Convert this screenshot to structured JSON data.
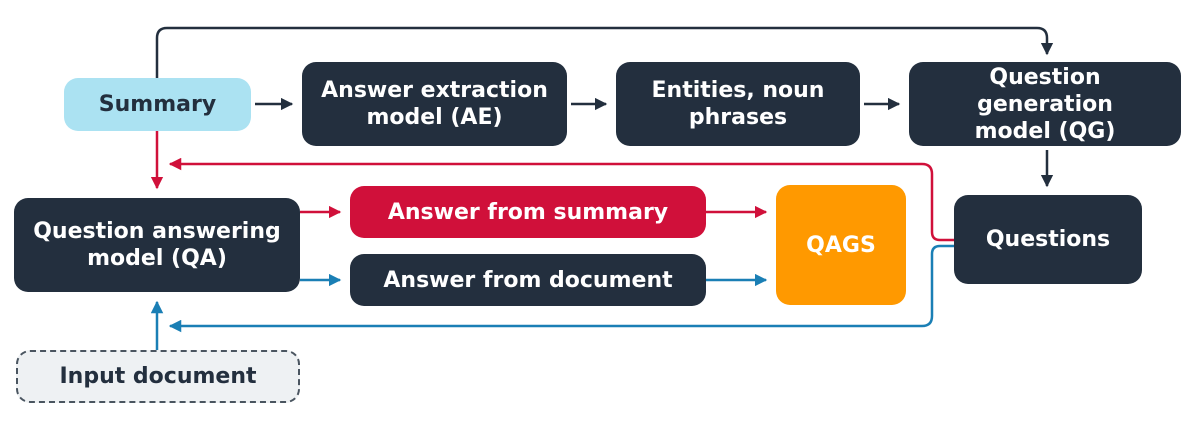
{
  "diagram": {
    "nodes": {
      "summary": {
        "label": "Summary"
      },
      "answer_extraction": {
        "line1": "Answer extraction",
        "line2": "model (AE)"
      },
      "entities": {
        "line1": "Entities, noun",
        "line2": "phrases"
      },
      "question_generation": {
        "line1": "Question generation",
        "line2": "model (QG)"
      },
      "question_answering": {
        "line1": "Question answering",
        "line2": "model (QA)"
      },
      "answer_from_summary": {
        "label": "Answer from summary"
      },
      "answer_from_document": {
        "label": "Answer from document"
      },
      "qags": {
        "label": "QAGS"
      },
      "questions": {
        "label": "Questions"
      },
      "input_document": {
        "label": "Input document"
      }
    },
    "colors": {
      "dark_node": "#232f3e",
      "summary_node": "#abe2f2",
      "summary_path": "#d0103a",
      "document_path": "#1a7fb5",
      "qags_node": "#ff9900",
      "input_node": "#eef1f3"
    }
  }
}
